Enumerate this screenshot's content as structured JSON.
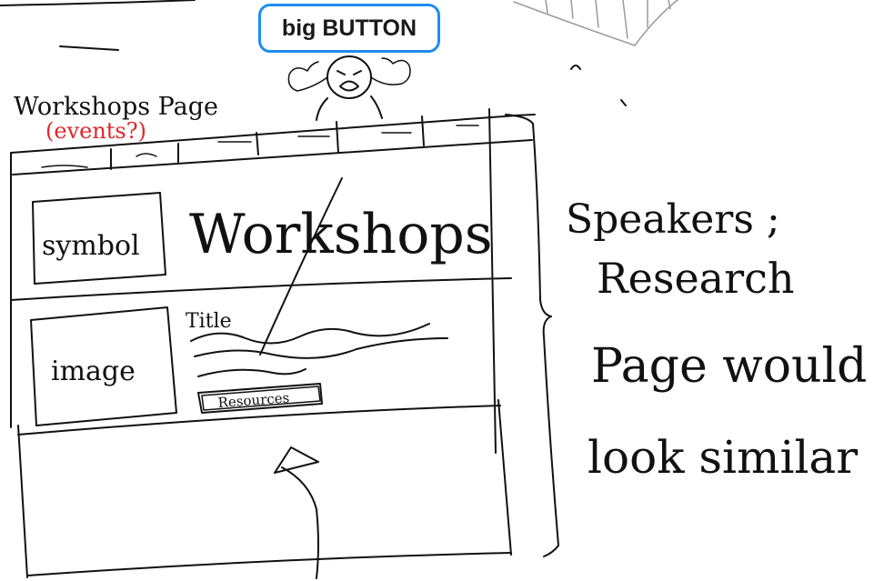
{
  "button": {
    "label": "big BUTTON"
  },
  "page_label": {
    "title": "Workshops Page",
    "subtitle": "(events?)"
  },
  "header": {
    "title": "Workshops",
    "symbol_label": "symbol"
  },
  "card": {
    "image_label": "image",
    "title_label": "Title",
    "resources_label": "Resources"
  },
  "notes": {
    "line1": "Speakers ;",
    "line2": "Research",
    "line3": "Page would",
    "line4": "look similar"
  },
  "colors": {
    "button_border": "#1f8cf0",
    "ink": "#111111",
    "annotation_red": "#e0262a"
  }
}
